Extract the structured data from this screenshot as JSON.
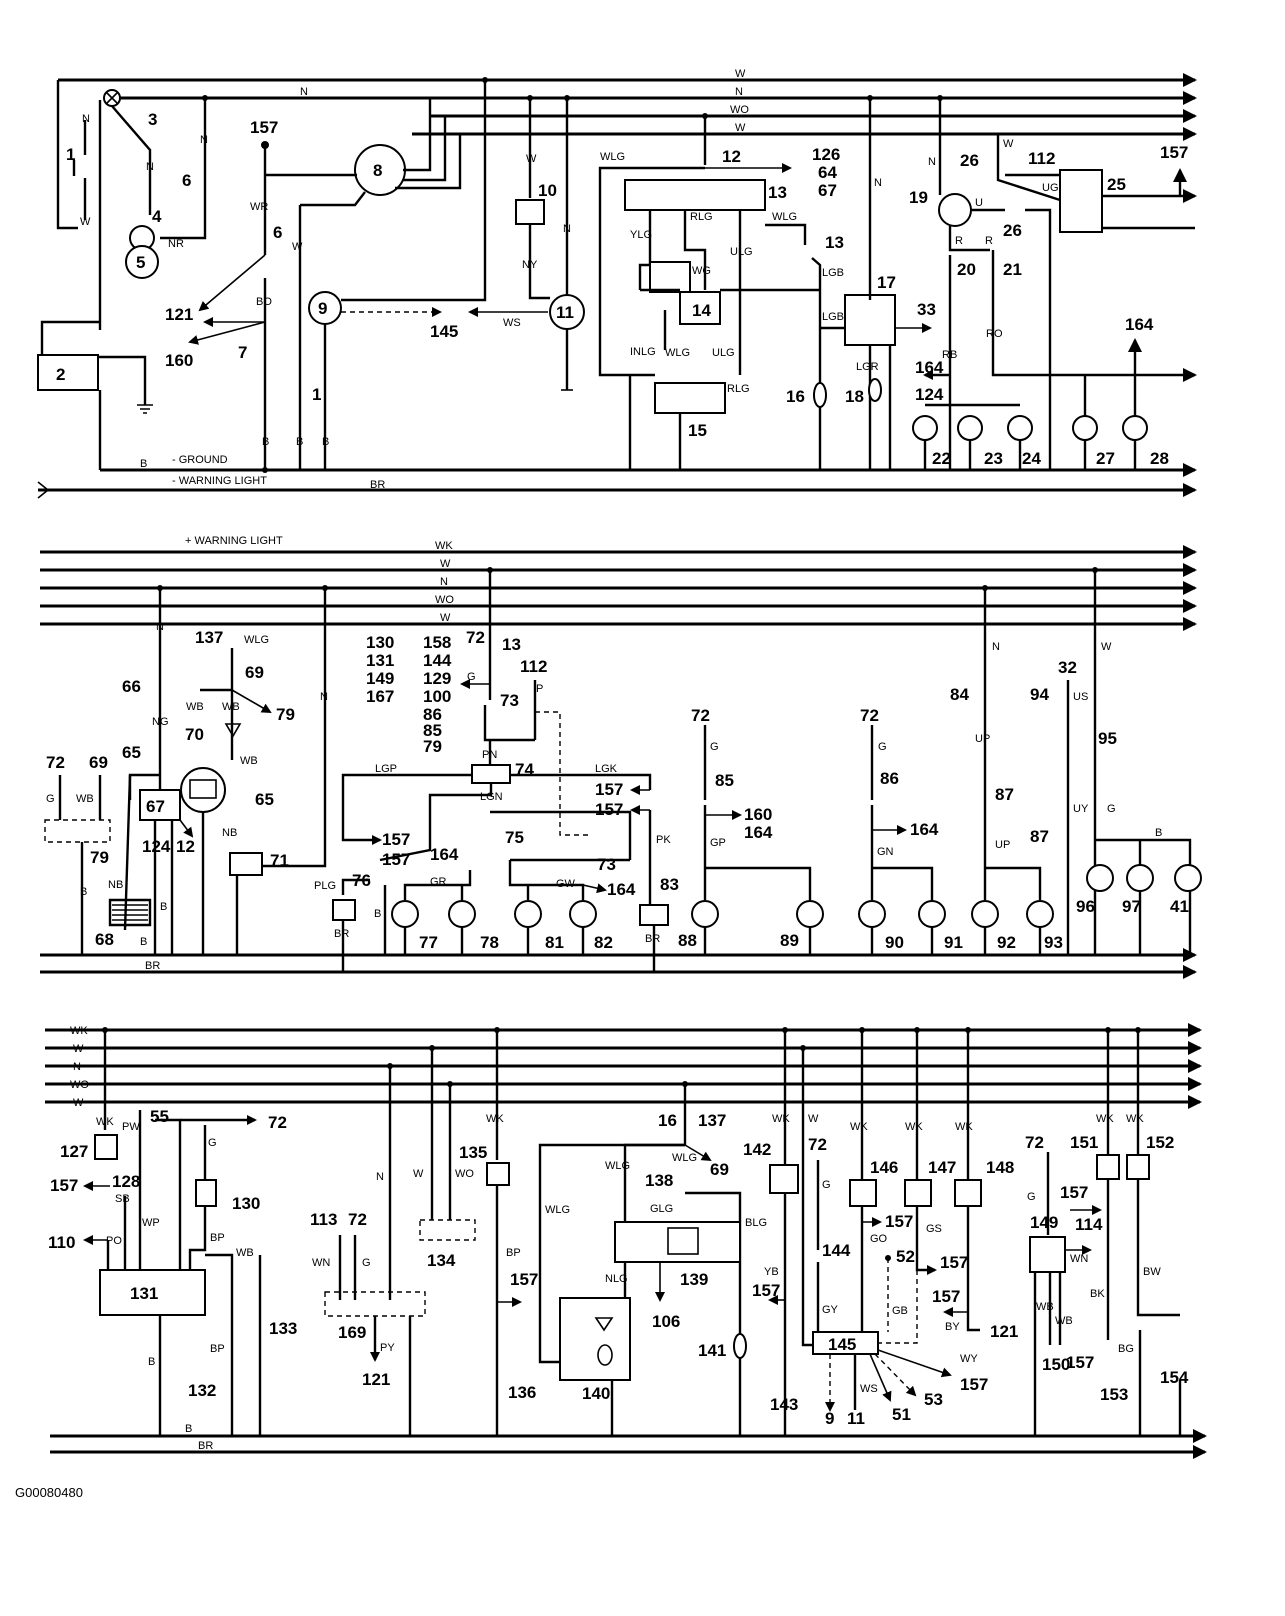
{
  "image_id": "G00080480",
  "sections": [
    {
      "name": "top",
      "bus_codes": [
        "W",
        "N",
        "WO",
        "W"
      ],
      "bottom_labels": {
        "ground_code": "B",
        "ground": "- GROUND",
        "warning": "- WARNING LIGHT",
        "warning_code": "BR"
      },
      "components": [
        "1",
        "2",
        "3",
        "4",
        "5",
        "6",
        "6",
        "7",
        "8",
        "9",
        "10",
        "11",
        "12",
        "13",
        "13",
        "14",
        "15",
        "16",
        "17",
        "18",
        "19",
        "20",
        "21",
        "22",
        "23",
        "24",
        "25",
        "26",
        "26",
        "27",
        "28",
        "33",
        "121",
        "145",
        "157",
        "157",
        "160",
        "164",
        "164",
        "124",
        "112",
        "126",
        "64",
        "67",
        "1"
      ],
      "wire_codes": [
        "N",
        "W",
        "N",
        "N",
        "NR",
        "WR",
        "BO",
        "B",
        "B",
        "B",
        "W",
        "NY",
        "WS",
        "N",
        "WLG",
        "RLG",
        "WLG",
        "YLG",
        "ULG",
        "WG",
        "INLG",
        "WLG",
        "ULG",
        "RLG",
        "LGB",
        "LGB",
        "LGR",
        "N",
        "U",
        "R",
        "R",
        "RO",
        "RB",
        "W",
        "UG"
      ]
    },
    {
      "name": "middle",
      "top_label": "+ WARNING LIGHT",
      "bus_codes": [
        "WK",
        "W",
        "N",
        "WO",
        "W"
      ],
      "bottom_code": "BR",
      "components": [
        "12",
        "41",
        "65",
        "65",
        "66",
        "67",
        "68",
        "69",
        "69",
        "70",
        "71",
        "72",
        "72",
        "72",
        "72",
        "73",
        "73",
        "74",
        "75",
        "76",
        "77",
        "78",
        "79",
        "79",
        "81",
        "82",
        "83",
        "84",
        "85",
        "86",
        "87",
        "87",
        "88",
        "89",
        "90",
        "91",
        "92",
        "93",
        "94",
        "95",
        "96",
        "97",
        "112",
        "124",
        "137",
        "157",
        "157",
        "157",
        "157",
        "160",
        "164",
        "164",
        "164",
        "130",
        "131",
        "149",
        "167",
        "158",
        "144",
        "129",
        "100",
        "86",
        "85",
        "79",
        "32",
        "13"
      ],
      "wire_codes": [
        "N",
        "NG",
        "G",
        "WB",
        "WB",
        "WLG",
        "WB",
        "NB",
        "NB",
        "N",
        "LGP",
        "PN",
        "LGN",
        "LGK",
        "PK",
        "G",
        "P",
        "PLG",
        "BR",
        "BR",
        "GR",
        "GW",
        "B",
        "G",
        "GP",
        "G",
        "GN",
        "N",
        "UP",
        "UP",
        "UY",
        "US",
        "W",
        "G",
        "B",
        "B"
      ]
    },
    {
      "name": "bottom",
      "bus_codes": [
        "WK",
        "W",
        "N",
        "WO",
        "W"
      ],
      "bottom_codes": [
        "B",
        "BR"
      ],
      "components": [
        "55",
        "72",
        "72",
        "72",
        "72",
        "9",
        "11",
        "51",
        "52",
        "53",
        "69",
        "106",
        "110",
        "113",
        "114",
        "121",
        "121",
        "127",
        "128",
        "130",
        "131",
        "132",
        "133",
        "134",
        "135",
        "136",
        "137",
        "138",
        "139",
        "140",
        "141",
        "142",
        "143",
        "144",
        "145",
        "146",
        "147",
        "148",
        "149",
        "150",
        "151",
        "152",
        "153",
        "154",
        "157",
        "157",
        "157",
        "157",
        "157",
        "157",
        "157",
        "157",
        "16",
        "169"
      ],
      "wire_codes": [
        "WK",
        "PW",
        "SB",
        "WP",
        "PO",
        "G",
        "BP",
        "WB",
        "BP",
        "B",
        "N",
        "WN",
        "G",
        "PY",
        "W",
        "WO",
        "WK",
        "BP",
        "WLG",
        "WLG",
        "WLG",
        "GLG",
        "NLG",
        "BLG",
        "WK",
        "YB",
        "W",
        "G",
        "GY",
        "WK",
        "GO",
        "GB",
        "WK",
        "GS",
        "BY",
        "WK",
        "WS",
        "WY",
        "G",
        "WN",
        "WB",
        "WB",
        "BK",
        "WK",
        "WK",
        "BW",
        "BG"
      ]
    }
  ]
}
